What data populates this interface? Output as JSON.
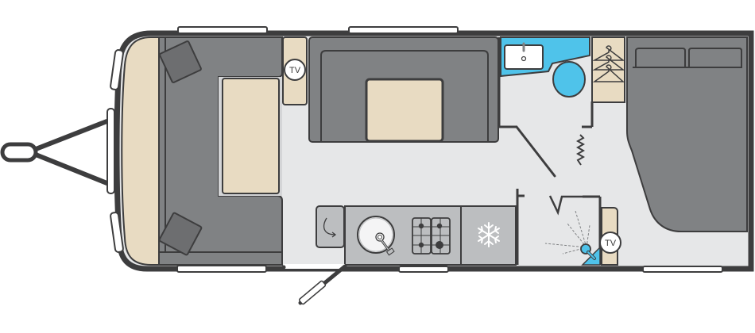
{
  "diagram": {
    "type": "caravan-floorplan",
    "orientation": "hitch-left"
  },
  "colors": {
    "wall": "#3d3d3e",
    "floor": "#e6e7e8",
    "seat": "#808284",
    "seat_dark": "#6d6e70",
    "cushion_beige": "#e8dbc2",
    "kitchen_counter": "#bcbec0",
    "washroom_blue": "#4fc3ea",
    "white": "#ffffff"
  },
  "labels": {
    "tv_front": "TV",
    "tv_rear": "TV"
  },
  "rooms": [
    {
      "id": "front-lounge",
      "name": "Front lounge",
      "features": [
        "wraparound sofa",
        "two cushions",
        "table",
        "front chest"
      ]
    },
    {
      "id": "side-dinette",
      "name": "Side dinette",
      "features": [
        "U-shaped seating",
        "table"
      ]
    },
    {
      "id": "tv-unit-front",
      "name": "TV unit",
      "features": [
        "TV"
      ]
    },
    {
      "id": "kitchen",
      "name": "Kitchen",
      "features": [
        "corner cupboard",
        "sink",
        "4-burner hob",
        "fridge"
      ]
    },
    {
      "id": "washroom",
      "name": "Washroom",
      "features": [
        "basin",
        "toilet",
        "concertina door"
      ]
    },
    {
      "id": "shower",
      "name": "Shower",
      "features": [
        "shower head"
      ]
    },
    {
      "id": "wardrobe",
      "name": "Wardrobe",
      "features": [
        "hangers"
      ]
    },
    {
      "id": "rear-bedroom",
      "name": "Rear bedroom",
      "features": [
        "double bed",
        "two pillows",
        "TV unit"
      ]
    },
    {
      "id": "entrance",
      "name": "Entrance door"
    }
  ],
  "icons": {
    "hanger": "hanger-icon",
    "snowflake": "fridge-snowflake-icon",
    "shower": "shower-head-icon",
    "hob": "hob-icon",
    "sink": "sink-icon",
    "toilet": "toilet-icon",
    "basin": "basin-icon",
    "corner_cupboard": "corner-cupboard-icon"
  }
}
